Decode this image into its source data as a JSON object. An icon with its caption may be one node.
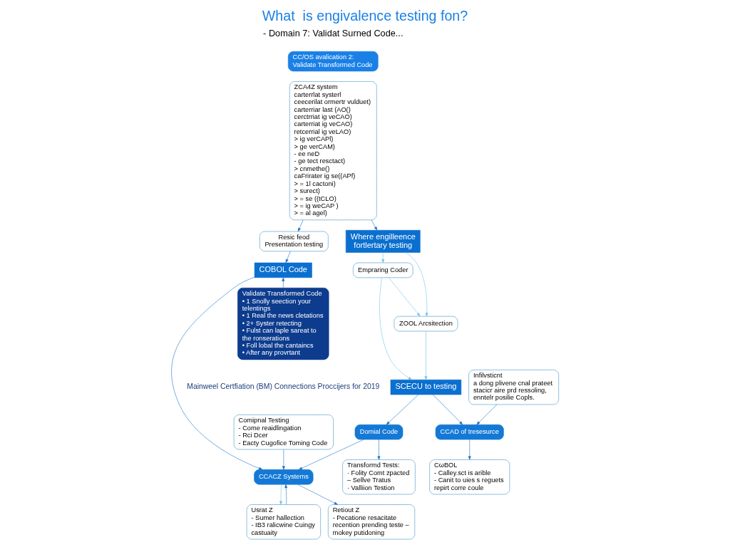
{
  "diagram": {
    "title": "What  is engivalence testing fon?",
    "caption": "Mainweel Certfiation (BM) Connections Proccijers for 2019",
    "nodes": [
      {
        "text": [
          "CC/OS avalication 2:",
          "Validate Transformed Code"
        ]
      },
      {
        "text": [
          "ZCA4Z system",
          "carterrlat systerl",
          "ceecerilat ormertr vulduet)",
          "carterriar last (AO()",
          "cerctrriat ig veCAO)",
          "carterriat ig veCAO)",
          "retcerrial ig veLAO)",
          "> ig verCAPl)",
          "> ge verCAM)",
          "- ee neD",
          "- ge tect resctact)",
          "> cnmethe()",
          "caFrirater ig se((APf)",
          "> = 1l cactoni)",
          "> surect)",
          "> = se ((tCLO)",
          "> = ig weCAP )",
          "> = al agel)"
        ]
      },
      {
        "text": [
          "Where engilleence fortlertary testing"
        ]
      },
      {
        "text": [
          "Empraring Coder"
        ]
      },
      {
        "text": [
          "ZOOL Arcsitection"
        ]
      },
      {
        "text": [
          "SCECU to testing"
        ]
      },
      {
        "text": [
          "CCAD of tresesurce"
        ]
      },
      {
        "text": [
          "Domial Code"
        ]
      },
      {
        "text": [
          "Infilvsticnt",
          "a dong plivene cnal prateet stacicr aire prd ressoling, enntelr posilie Copls."
        ]
      },
      {
        "text": [
          "CωBOL",
          "- Calley.sct is arible",
          "- Canit to uies s reguets repirt corre coule"
        ]
      },
      {
        "text": [
          "Transformd Tests:",
          "· Folity Comt zpacted",
          "– Sellve Tratus",
          "· Valliion Testion"
        ]
      },
      {
        "text": [
          "Resic feod Presentation testing"
        ]
      },
      {
        "text": [
          "COBOL Code"
        ]
      },
      {
        "text": [
          "CCACZ Systems"
        ]
      },
      {
        "text": [
          "Comipnal Testing",
          "- Come reaidlingation",
          "- Rci Dcer",
          "- Eacty Cugofice Toming Code"
        ]
      },
      {
        "text": [
          "Usrat Z",
          "- Sumer hallection",
          "- IB3 ralicwine Cuingy castuaity"
        ]
      },
      {
        "text": [
          "Retiout Z",
          "- Pecatione resacitate recention prending teste – mokey putidoning"
        ]
      },
      {
        "text": [
          "Validate Transformed Code",
          "• 1 Snolly seection your telentings",
          "• 1 Real the news cletations",
          "• 2+ Syster retecting",
          "• Fulst can laple sareat to the ronserations",
          "• Foll lobal the cantaincs",
          "• After any provrtant"
        ]
      }
    ],
    "edges": [
      {
        "from": 1,
        "to": 2,
        "arrow": "to"
      },
      {
        "from": 1,
        "to": 11,
        "arrow": "to"
      },
      {
        "from": 2,
        "to": 3,
        "arrow": "to",
        "color": "#6ec3ea"
      },
      {
        "from": 2,
        "to": 4,
        "arrow": "to",
        "color": "#6ec3ea"
      },
      {
        "from": 3,
        "to": 4,
        "arrow": "to",
        "color": "#6ec3ea"
      },
      {
        "from": 3,
        "to": 5,
        "arrow": "to",
        "color": "#6ec3ea"
      },
      {
        "from": 4,
        "to": 5,
        "arrow": "to",
        "color": "#6ec3ea"
      },
      {
        "from": 5,
        "to": 6,
        "arrow": "to"
      },
      {
        "from": 5,
        "to": 7,
        "arrow": "to"
      },
      {
        "from": 8,
        "to": 6,
        "arrow": "to"
      },
      {
        "from": 6,
        "to": 9,
        "arrow": "to"
      },
      {
        "from": 7,
        "to": 10,
        "arrow": "to"
      },
      {
        "from": 7,
        "to": 13,
        "arrow": "to"
      },
      {
        "from": 14,
        "to": 13,
        "arrow": "to"
      },
      {
        "from": 11,
        "to": 12,
        "arrow": "to"
      },
      {
        "from": 12,
        "to": 13,
        "arrow": "to"
      },
      {
        "from": 15,
        "to": 13,
        "arrow": "to"
      },
      {
        "from": 13,
        "to": 15,
        "arrow": "to",
        "color": "#6ec3ea"
      },
      {
        "from": 13,
        "to": 16,
        "arrow": "to"
      },
      {
        "from": 17,
        "to": 12,
        "arrow": "to"
      }
    ],
    "labels": [
      "- Domain 7: Validat Surned Code..."
    ]
  }
}
